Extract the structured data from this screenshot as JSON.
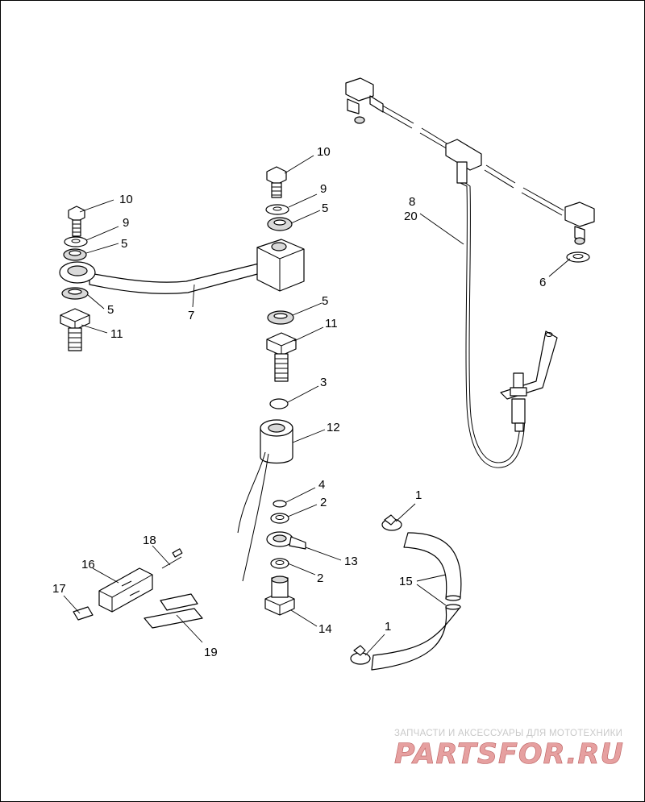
{
  "watermark": {
    "tagline": "ЗАПЧАСТИ И АКСЕССУАРЫ ДЛЯ МОТОТЕХНИКИ",
    "brand": "PARTSFOR.RU"
  },
  "callouts": [
    {
      "key": "c10a",
      "text": "10"
    },
    {
      "key": "c9a",
      "text": "9"
    },
    {
      "key": "c5a",
      "text": "5"
    },
    {
      "key": "c7",
      "text": "7"
    },
    {
      "key": "c5b",
      "text": "5"
    },
    {
      "key": "c11a",
      "text": "11"
    },
    {
      "key": "c10b",
      "text": "10"
    },
    {
      "key": "c9b",
      "text": "9"
    },
    {
      "key": "c5c",
      "text": "5"
    },
    {
      "key": "c5d",
      "text": "5"
    },
    {
      "key": "c11b",
      "text": "11"
    },
    {
      "key": "c3",
      "text": "3"
    },
    {
      "key": "c12",
      "text": "12"
    },
    {
      "key": "c4",
      "text": "4"
    },
    {
      "key": "c2a",
      "text": "2"
    },
    {
      "key": "c13",
      "text": "13"
    },
    {
      "key": "c2b",
      "text": "2"
    },
    {
      "key": "c14",
      "text": "14"
    },
    {
      "key": "c8",
      "text": "8"
    },
    {
      "key": "c20",
      "text": "20"
    },
    {
      "key": "c6",
      "text": "6"
    },
    {
      "key": "c1a",
      "text": "1"
    },
    {
      "key": "c15",
      "text": "15"
    },
    {
      "key": "c1b",
      "text": "1"
    },
    {
      "key": "c18",
      "text": "18"
    },
    {
      "key": "c16",
      "text": "16"
    },
    {
      "key": "c17",
      "text": "17"
    },
    {
      "key": "c19",
      "text": "19"
    }
  ]
}
